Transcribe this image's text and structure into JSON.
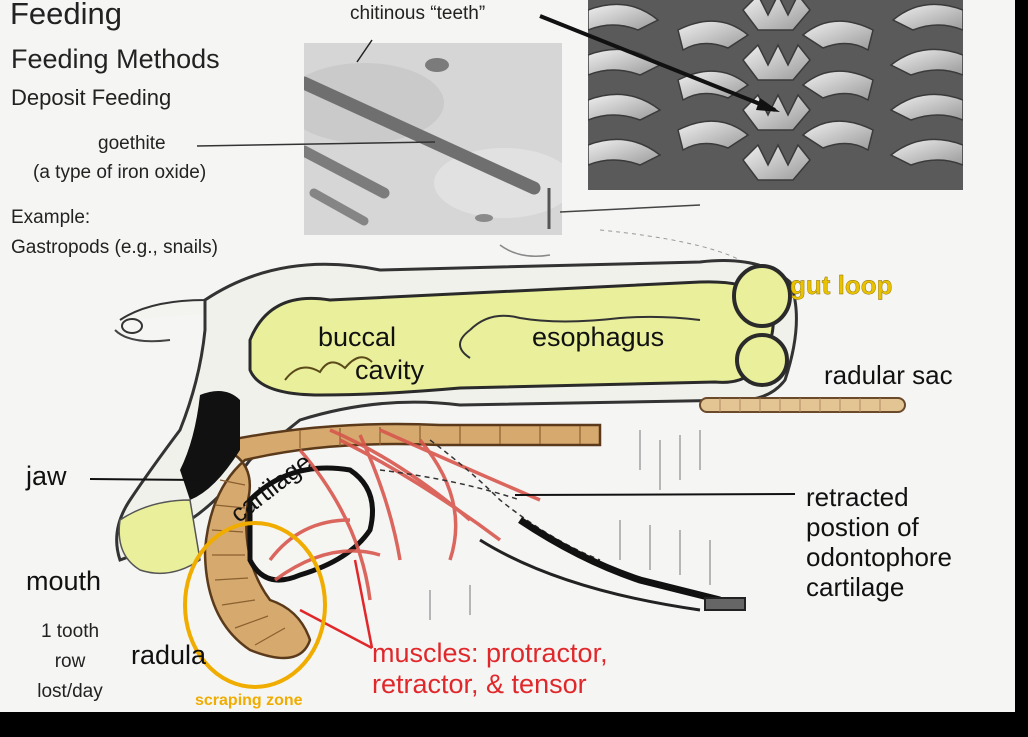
{
  "slide": {
    "title": "Feeding",
    "subtitle": "Feeding Methods",
    "subsubtitle": "Deposit Feeding",
    "goethite_label": "goethite",
    "goethite_desc": "(a type of iron oxide)",
    "example_label": "Example:",
    "example_value": "Gastropods (e.g., snails)",
    "teeth_label": "chitinous “teeth”",
    "tooth_rate": [
      "1 tooth",
      "row",
      "lost/day"
    ]
  },
  "diagram": {
    "gut_loop": "gut loop",
    "buccal": "buccal",
    "cavity": "cavity",
    "esophagus": "esophagus",
    "radular_sac": "radular sac",
    "jaw": "jaw",
    "cartilage": "cartilage",
    "retracted": [
      "retracted",
      "postion of",
      "odontophore",
      "cartilage"
    ],
    "mouth": "mouth",
    "radula": "radula",
    "muscles": [
      "muscles: protractor,",
      "retractor, & tensor"
    ],
    "scraping_zone": "scraping zone"
  },
  "colors": {
    "accent_red": "#e0282b",
    "accent_yellow": "#f0ad00",
    "organ_fill": "#e9ef9b"
  }
}
